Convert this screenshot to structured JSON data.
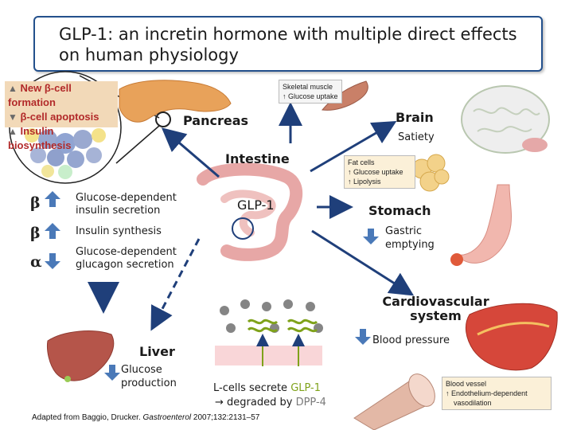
{
  "title": "GLP-1: an incretin hormone with multiple direct effects on human physiology",
  "beta_cell_box": {
    "lines": [
      "New β-cell formation",
      "β-cell apoptosis",
      "Insulin biosynthesis"
    ]
  },
  "skeletal_box": {
    "line1": "Skeletal muscle",
    "line2": "Glucose uptake"
  },
  "fat_box": {
    "line1": "Fat cells",
    "line2": "Glucose uptake",
    "line3": "Lipolysis"
  },
  "vessel_box": {
    "line1": "Blood vessel",
    "line2": "Endothelium-dependent",
    "line3": "vasodilation"
  },
  "organs": {
    "pancreas": "Pancreas",
    "brain": "Brain",
    "intestine": "Intestine",
    "stomach": "Stomach",
    "cardio": "Cardiovascular system",
    "liver": "Liver"
  },
  "effects": {
    "satiety": "Satiety",
    "gastric": "Gastric emptying",
    "blood_pressure": "Blood pressure",
    "glucose_production": "Glucose production"
  },
  "pancreas_effects": [
    {
      "symbol": "β",
      "direction": "up",
      "text": "Glucose-dependent insulin secretion"
    },
    {
      "symbol": "β",
      "direction": "up",
      "text": "Insulin synthesis"
    },
    {
      "symbol": "α",
      "direction": "down",
      "text": "Glucose-dependent glucagon secretion"
    }
  ],
  "glp1_label": "GLP-1",
  "lcells": {
    "line1_prefix": "L-cells secrete ",
    "line1_hl": "GLP-1",
    "line2_prefix": "→ degraded by ",
    "line2_hl": "DPP-4"
  },
  "footnote": {
    "prefix": "Adapted from Baggio, Drucker. ",
    "journal": "Gastroenterol",
    "suffix": " 2007;132:2131–57"
  },
  "colors": {
    "title_border": "#23508c",
    "arrow": "#1f3f7a",
    "beta_text": "#b22a2a",
    "glp1_green": "#7fa21a",
    "dpp4_gray": "#7a7a7a",
    "updown_arrow": "#4a79b8"
  }
}
